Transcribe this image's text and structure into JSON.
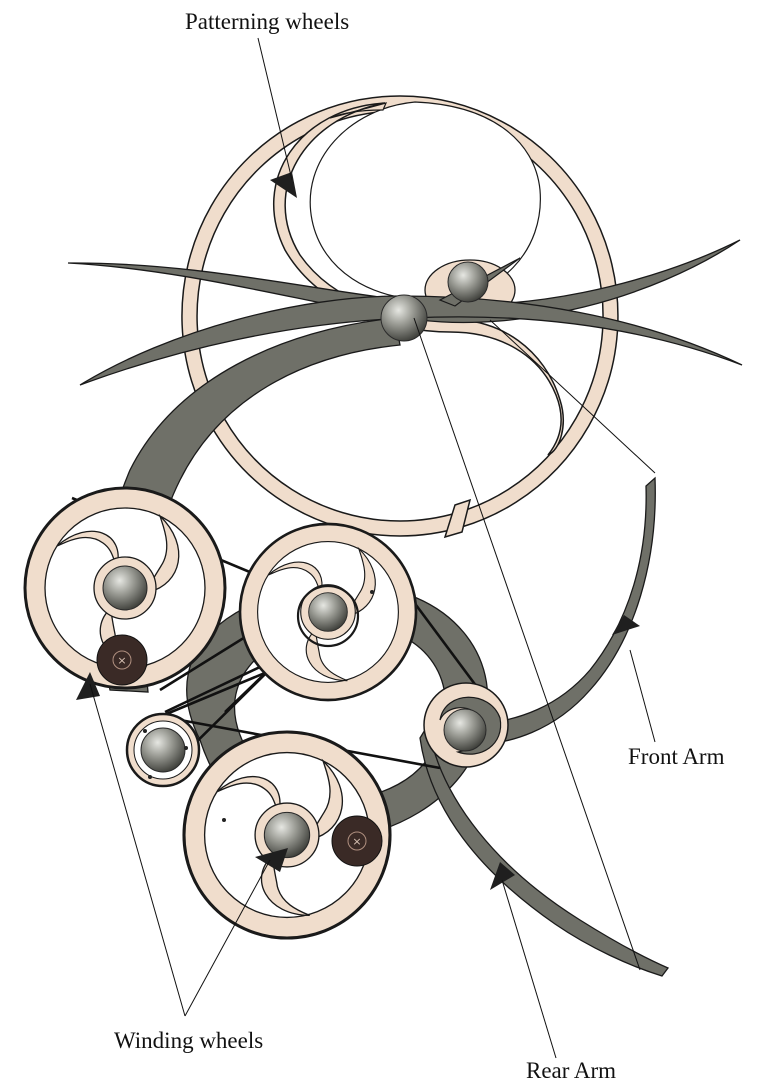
{
  "labels": {
    "patterning_wheels": "Patterning wheels",
    "front_arm": "Front Arm",
    "winding_wheels": "Winding wheels",
    "rear_arm": "Rear Arm"
  },
  "colors": {
    "wheel_fill": "#f0ddcc",
    "arm_fill": "#6f7068",
    "outline": "#1a1a1a",
    "hub_dark": "#3a2a26",
    "ball_light": "#b9bab4",
    "ball_dark": "#4a4b46"
  }
}
